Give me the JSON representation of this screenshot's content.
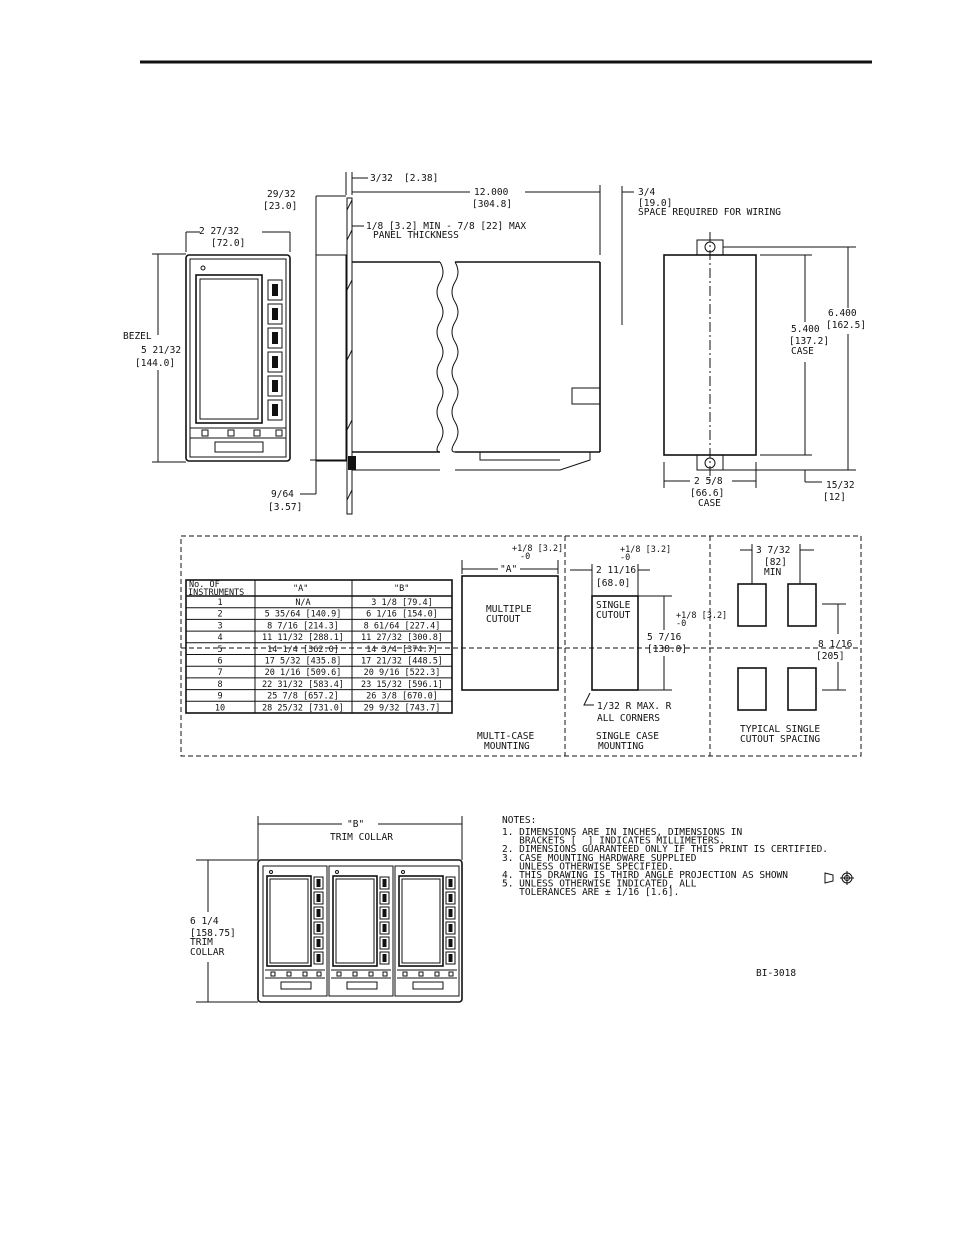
{
  "front_view": {
    "width_in": "2 27/32",
    "width_mm": "[72.0]",
    "bezel_label": "BEZEL",
    "height_in": "5 21/32",
    "height_mm": "[144.0]"
  },
  "side_view": {
    "bezel_depth_in": "29/32",
    "bezel_depth_mm": "[23.0]",
    "flange_in": "3/32",
    "flange_mm": "[2.38]",
    "case_length_in": "12.000",
    "case_length_mm": "[304.8]",
    "panel_thickness_line1": "1/8 [3.2] MIN - 7/8 [22] MAX",
    "panel_thickness_line2": "PANEL THICKNESS",
    "clip_in": "9/64",
    "clip_mm": "[3.57]"
  },
  "wiring": {
    "space_in": "3/4",
    "space_mm": "[19.0]",
    "space_label": "SPACE REQUIRED FOR WIRING"
  },
  "rear_view": {
    "case_height_in": "5.400",
    "case_height_mm": "[137.2]",
    "case_height_label": "CASE",
    "overall_height_in": "6.400",
    "overall_height_mm": "[162.5]",
    "case_width_in": "2 5/8",
    "case_width_mm": "[66.6]",
    "case_width_label": "CASE",
    "tab_in": "15/32",
    "tab_mm": "[12]"
  },
  "cutout_table": {
    "headers": [
      "No. OF",
      "INSTRUMENTS",
      "\"A\"",
      "\"B\""
    ],
    "rows": [
      [
        "1",
        "N/A",
        "3 1/8 [79.4]"
      ],
      [
        "2",
        "5 35/64 [140.9]",
        "6 1/16 [154.0]"
      ],
      [
        "3",
        "8 7/16 [214.3]",
        "8 61/64 [227.4]"
      ],
      [
        "4",
        "11 11/32 [288.1]",
        "11 27/32 [300.8]"
      ],
      [
        "5",
        "14 1/4 [362.0]",
        "14 3/4 [374.7]"
      ],
      [
        "6",
        "17 5/32 [435.8]",
        "17 21/32 [448.5]"
      ],
      [
        "7",
        "20 1/16 [509.6]",
        "20 9/16 [522.3]"
      ],
      [
        "8",
        "22 31/32 [583.4]",
        "23 15/32 [596.1]"
      ],
      [
        "9",
        "25 7/8 [657.2]",
        "26 3/8 [670.0]"
      ],
      [
        "10",
        "28 25/32 [731.0]",
        "29 9/32 [743.7]"
      ]
    ]
  },
  "multi_case": {
    "tol_plus": "+1/8 [3.2]",
    "tol_minus": "-0",
    "dim_a": "\"A\"",
    "cutout_line1": "MULTIPLE",
    "cutout_line2": "CUTOUT",
    "caption_line1": "MULTI-CASE",
    "caption_line2": "MOUNTING"
  },
  "single_case": {
    "tol_plus": "+1/8 [3.2]",
    "tol_minus": "-0",
    "width_in": "2 11/16",
    "width_mm": "[68.0]",
    "cutout_line1": "SINGLE",
    "cutout_line2": "CUTOUT",
    "side_tol_plus": "+1/8 [3.2]",
    "side_tol_minus": "-0",
    "height_in": "5 7/16",
    "height_mm": "[138.0]",
    "corner_line1": "1/32 R MAX. R",
    "corner_line2": "ALL CORNERS",
    "caption_line1": "SINGLE CASE",
    "caption_line2": "MOUNTING"
  },
  "spacing": {
    "horiz_in": "3 7/32",
    "horiz_mm": "[82]",
    "horiz_label": "MIN",
    "vert_in": "8 1/16",
    "vert_mm": "[205]",
    "caption_line1": "TYPICAL SINGLE",
    "caption_line2": "CUTOUT SPACING"
  },
  "trim_collar": {
    "dim_b": "\"B\"",
    "width_label": "TRIM COLLAR",
    "height_in": "6 1/4",
    "height_mm": "[158.75]",
    "height_label1": "TRIM",
    "height_label2": "COLLAR"
  },
  "notes": {
    "title": "NOTES:",
    "lines": [
      "1. DIMENSIONS ARE IN INCHES, DIMENSIONS IN",
      "   BRACKETS [  ] INDICATES MILLIMETERS.",
      "2. DIMENSIONS GUARANTEED ONLY IF THIS PRINT IS CERTIFIED.",
      "3. CASE MOUNTING HARDWARE SUPPLIED",
      "   UNLESS OTHERWISE SPECIFIED.",
      "4. THIS DRAWING IS THIRD ANGLE PROJECTION AS SHOWN",
      "5. UNLESS OTHERWISE INDICATED, ALL",
      "   TOLERANCES ARE ± 1/16 [1.6]."
    ]
  },
  "drawing_number": "BI-3018"
}
